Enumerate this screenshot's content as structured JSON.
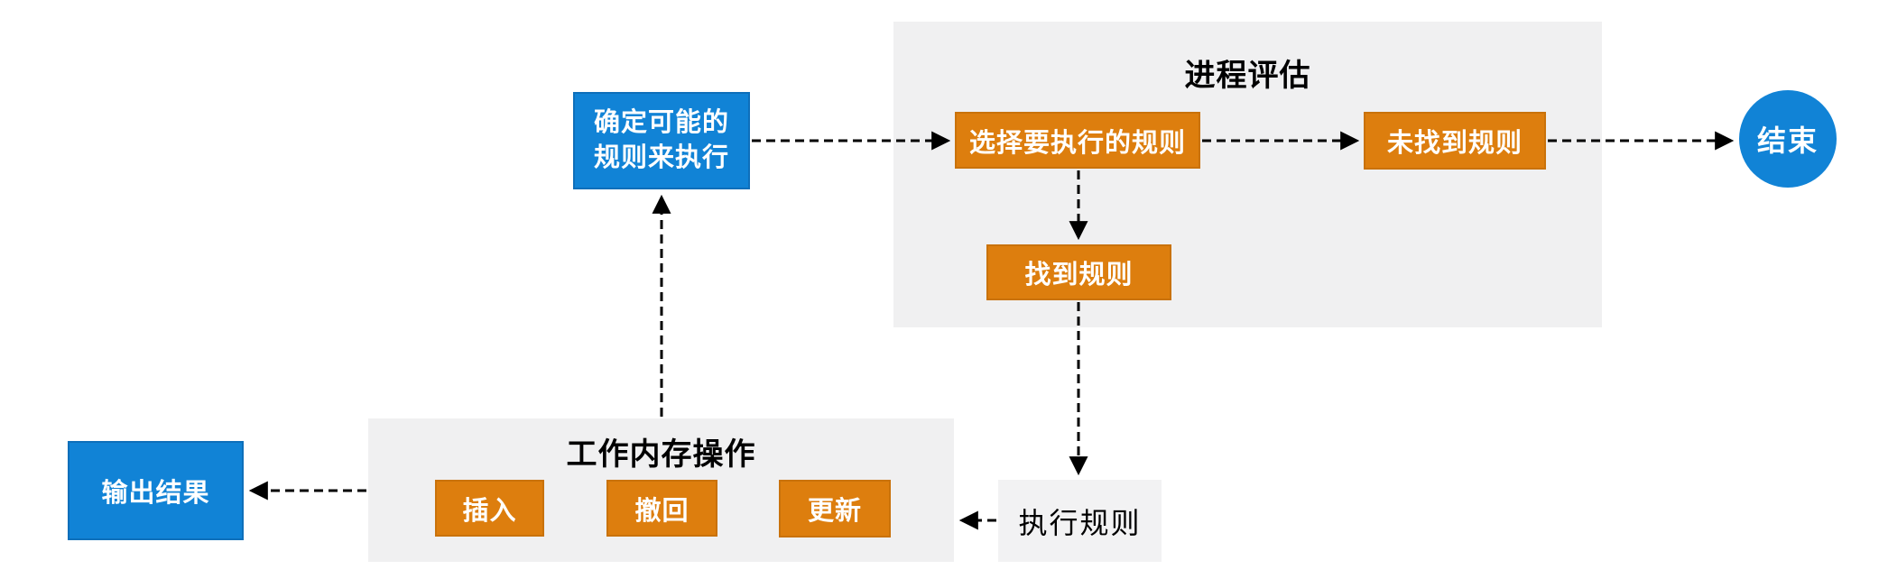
{
  "diagram_title": "",
  "colors": {
    "blue": "#1183d6",
    "blue-border": "#0e6fba",
    "orange": "#dd7e0e",
    "orange-border": "#c9720b",
    "panel": "#f0f0f1",
    "exec-box": "#f2f2f3",
    "arrow": "#000000",
    "title-text": "#000000",
    "node-text": "#ffffff"
  },
  "groups": {
    "process_evaluation": {
      "title": "进程评估"
    },
    "working_memory": {
      "title": "工作内存操作"
    }
  },
  "nodes": {
    "determine_rules": {
      "line1": "确定可能的",
      "line2": "规则来执行",
      "shape": "rect",
      "color": "blue"
    },
    "select_rule": {
      "label": "选择要执行的规则",
      "shape": "rect",
      "color": "orange"
    },
    "no_rule_found": {
      "label": "未找到规则",
      "shape": "rect",
      "color": "orange"
    },
    "rule_found": {
      "label": "找到规则",
      "shape": "rect",
      "color": "orange"
    },
    "end": {
      "label": "结束",
      "shape": "circle",
      "color": "blue"
    },
    "execute_rule": {
      "label": "执行规则",
      "shape": "rect",
      "color": "gray"
    },
    "insert": {
      "label": "插入",
      "shape": "rect",
      "color": "orange"
    },
    "retract": {
      "label": "撤回",
      "shape": "rect",
      "color": "orange"
    },
    "update": {
      "label": "更新",
      "shape": "rect",
      "color": "orange"
    },
    "output_result": {
      "label": "输出结果",
      "shape": "rect",
      "color": "blue"
    }
  },
  "connections": [
    {
      "from": "determine_rules",
      "to": "select_rule",
      "style": "dashed-arrow"
    },
    {
      "from": "select_rule",
      "to": "no_rule_found",
      "style": "dashed-arrow"
    },
    {
      "from": "no_rule_found",
      "to": "end",
      "style": "dashed-arrow"
    },
    {
      "from": "select_rule",
      "to": "rule_found",
      "style": "dashed-arrow"
    },
    {
      "from": "rule_found",
      "to": "execute_rule",
      "style": "dashed-arrow"
    },
    {
      "from": "execute_rule",
      "to": "working_memory",
      "style": "dashed-arrow"
    },
    {
      "from": "working_memory",
      "to": "output_result",
      "style": "dashed-arrow"
    },
    {
      "from": "working_memory",
      "to": "determine_rules",
      "style": "dashed-arrow"
    }
  ]
}
